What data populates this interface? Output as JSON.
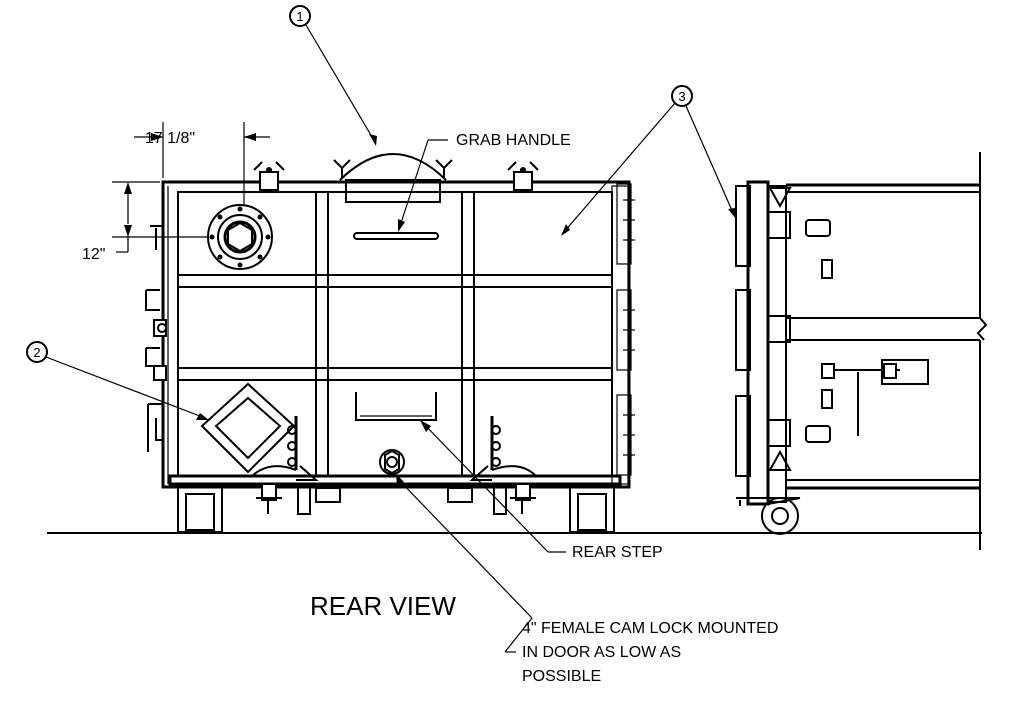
{
  "balloons": {
    "one": "1",
    "two": "2",
    "three": "3"
  },
  "dimensions": {
    "width": "17 1/8\"",
    "height": "12\""
  },
  "labels": {
    "grab_handle": "GRAB HANDLE",
    "rear_step": "REAR STEP",
    "view_title": "REAR VIEW",
    "cam_lock_line1": "4\" FEMALE CAM LOCK MOUNTED",
    "cam_lock_line2": "IN DOOR AS LOW AS",
    "cam_lock_line3": "POSSIBLE"
  }
}
